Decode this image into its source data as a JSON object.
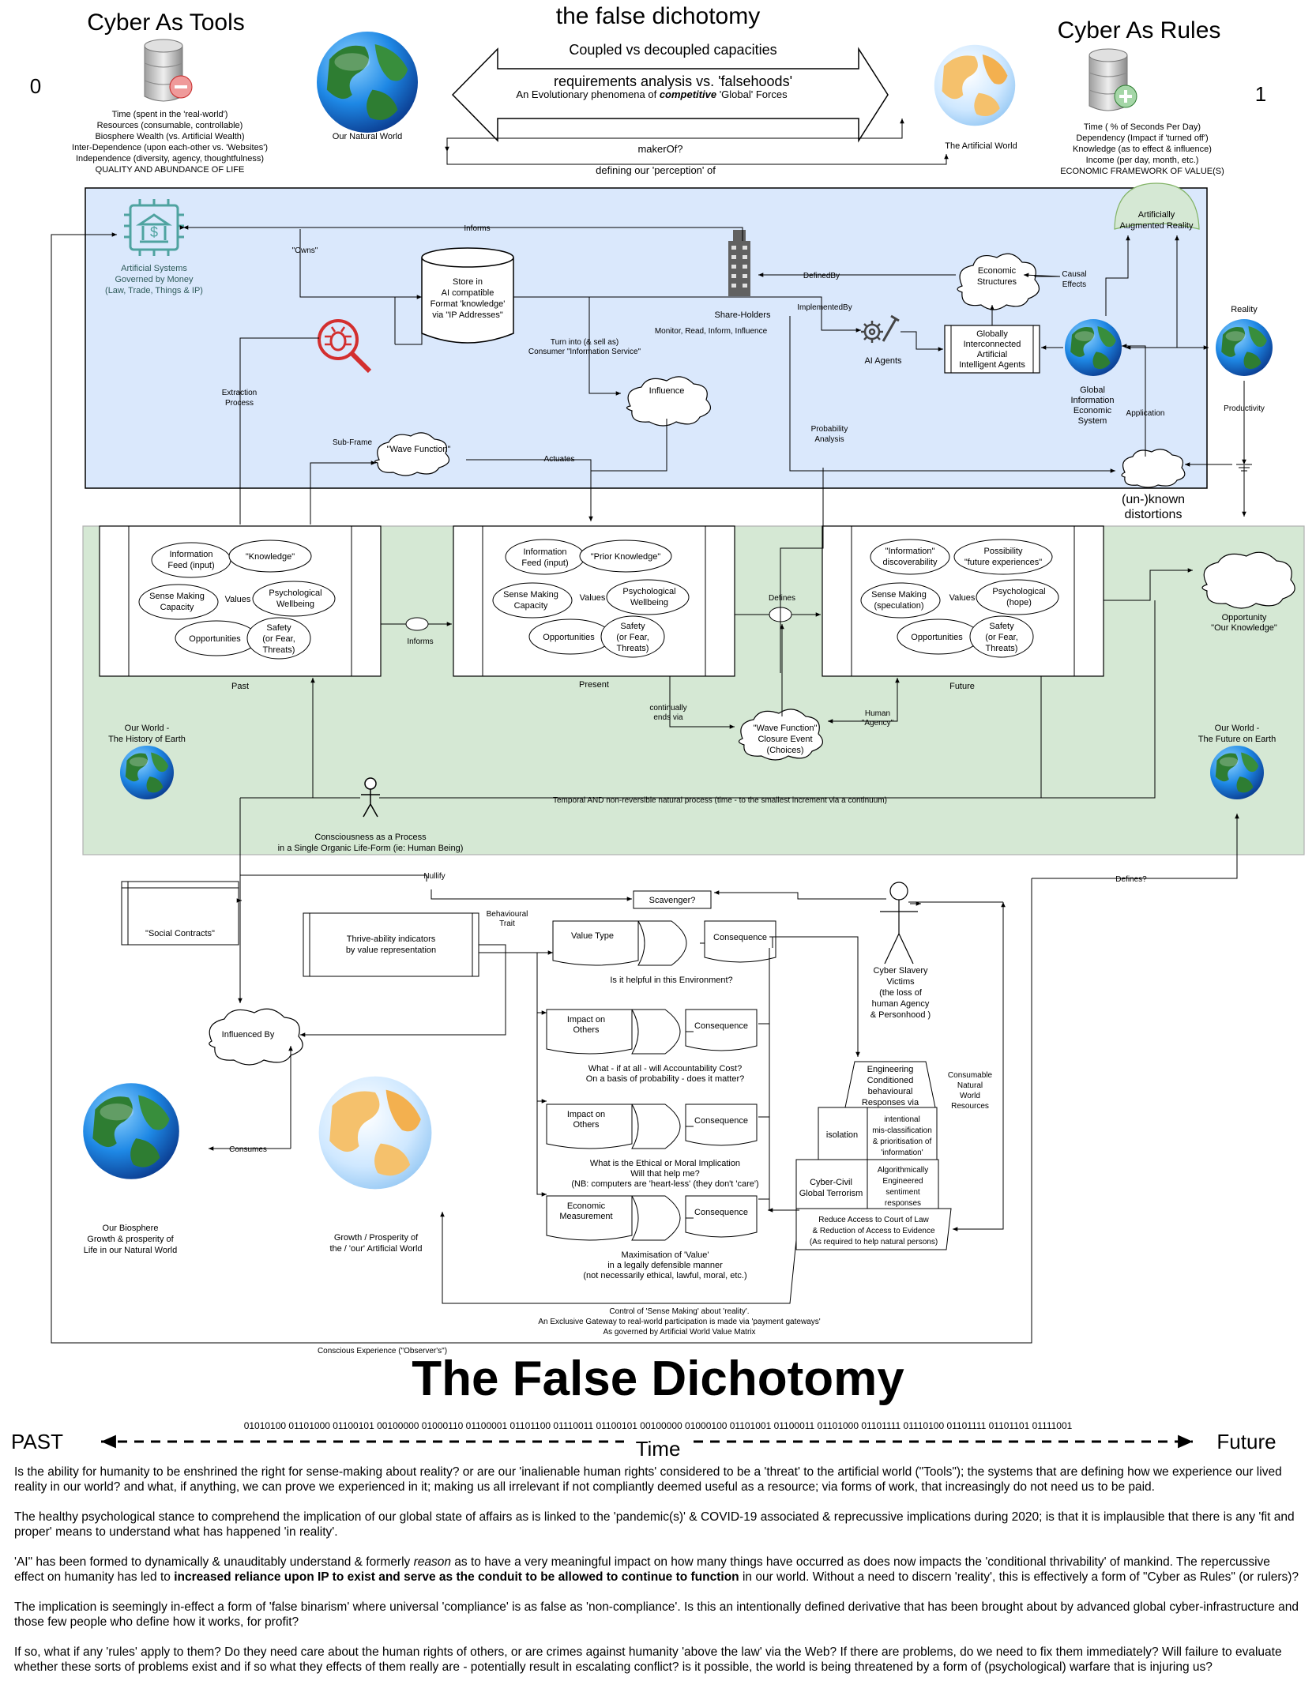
{
  "header": {
    "tools_title": "Cyber As Tools",
    "rules_title": "Cyber As Rules",
    "zero": "0",
    "one": "1",
    "tools_lines": [
      "Time (spent in the 'real-world')",
      "Resources (consumable, controllable)",
      "Biosphere Wealth (vs. Artificial Wealth)",
      "Inter-Dependence (upon each-other vs. 'Websites')",
      "Independence (diversity, agency, thoughtfulness)",
      "QUALITY AND ABUNDANCE OF LIFE"
    ],
    "rules_lines": [
      "Time ( % of Seconds Per Day)",
      "Dependency (Impact if 'turned off')",
      "Knowledge (as to effect & influence)",
      "Income (per day, month, etc.)",
      "ECONOMIC FRAMEWORK OF VALUE(S)"
    ],
    "natural_world": "Our Natural World",
    "artificial_world": "The Artificial World",
    "dichotomy_title": "the false dichotomy",
    "coupled": "Coupled vs decoupled capacities",
    "requirements": "requirements analysis vs. 'falsehoods'",
    "evo_pre": "An Evolutionary phenomena of ",
    "evo_em": "competitive",
    "evo_post": " 'Global' Forces",
    "maker_of": "makerOf?",
    "defining_perception": "defining our 'perception' of"
  },
  "blue": {
    "artificial_systems": [
      "Artificial Systems",
      "Governed by Money",
      "(Law, Trade, Things & IP)"
    ],
    "informs": "Informs",
    "owns": "\"Owns\"",
    "store": [
      "Store in",
      "AI compatible",
      "Format 'knowledge'",
      "via \"IP Addresses\""
    ],
    "shareholders": "Share-Holders",
    "defined_by": "DefinedBy",
    "economic_structures": [
      "Economic",
      "Structures"
    ],
    "causal_effects": [
      "Causal",
      "Effects"
    ],
    "augmented": [
      "Artificially",
      "Augmented Reality"
    ],
    "reality": "Reality",
    "implemented_by": "ImplementedBy",
    "monitor": "Monitor, Read, Inform, Influence",
    "turn_into": [
      "Turn into (& sell as)",
      "Consumer \"Information Service\""
    ],
    "ai_agents": "AI Agents",
    "globally": [
      "Globally",
      "Interconnected",
      "Artificial",
      "Intelligent Agents"
    ],
    "global_info": [
      "Global",
      "Information",
      "Economic",
      "System"
    ],
    "influence": "Influence",
    "extraction": [
      "Extraction",
      "Process"
    ],
    "probability": [
      "Probability",
      "Analysis"
    ],
    "application": "Application",
    "productivity": "Productivity",
    "sub_frame": "Sub-Frame",
    "wave_function": "\"Wave Function\"",
    "actuates": "Actuates",
    "distortions": [
      "(un-)known",
      "distortions"
    ]
  },
  "green": {
    "past_label": "Past",
    "present_label": "Present",
    "future_label": "Future",
    "past": {
      "info": [
        "Information",
        "Feed (input)"
      ],
      "knowledge": "\"Knowledge\"",
      "sense": [
        "Sense Making",
        "Capacity"
      ],
      "values": "Values",
      "psych": [
        "Psychological",
        "Wellbeing"
      ],
      "opps": "Opportunities",
      "safety": [
        "Safety",
        "(or Fear,",
        "Threats)"
      ]
    },
    "present": {
      "info": [
        "Information",
        "Feed (input)"
      ],
      "knowledge": "\"Prior Knowledge\"",
      "sense": [
        "Sense Making",
        "Capacity"
      ],
      "values": "Values",
      "psych": [
        "Psychological",
        "Wellbeing"
      ],
      "opps": "Opportunities",
      "safety": [
        "Safety",
        "(or Fear,",
        "Threats)"
      ]
    },
    "future": {
      "info": [
        "\"Information\"",
        "discoverability"
      ],
      "knowledge": [
        "Possibility",
        "\"future experiences\""
      ],
      "sense": [
        "Sense Making",
        "(speculation)"
      ],
      "values": "Values",
      "psych": [
        "Psychological",
        "(hope)"
      ],
      "opps": "Opportunities",
      "safety": [
        "Safety",
        "(or Fear,",
        "Threats)"
      ]
    },
    "informs": "Informs",
    "defines": "Defines",
    "opportunity": [
      "Opportunity",
      "\"Our Knowledge\""
    ],
    "continually": [
      "continually",
      "ends via"
    ],
    "closure": [
      "\"Wave Function\"",
      "Closure Event",
      "(Choices)"
    ],
    "human_agency": [
      "Human",
      "\"Agency\""
    ],
    "history": [
      "Our World -",
      "The History of Earth"
    ],
    "future_earth": [
      "Our World -",
      "The Future on Earth"
    ],
    "temporal": "Temporal AND non-reversible natural process (time - to the smallest increment via a continuum)",
    "consciousness": [
      "Consciousness as a Process",
      "in a Single Organic Life-Form (ie: Human Being)"
    ]
  },
  "lower": {
    "nullify": "Nullify",
    "scavenger": "Scavenger?",
    "defines_q": "Defines?",
    "social_contracts": "\"Social Contracts\"",
    "thrive": [
      "Thrive-ability indicators",
      "by value representation"
    ],
    "behavioural": [
      "Behavioural",
      "Trait"
    ],
    "influenced_by": "Influenced By",
    "consumes": "Consumes",
    "biosphere": [
      "Our Biosphere",
      "Growth & prosperity of",
      "Life in our Natural World"
    ],
    "growth": [
      "Growth / Prosperity of",
      "the / 'our' Artificial World"
    ],
    "rows": [
      {
        "left": [
          "Value Type"
        ],
        "right": "Consequence",
        "caption": [
          "Is it helpful in this Environment?"
        ]
      },
      {
        "left": [
          "Impact on",
          "Others"
        ],
        "right": "Consequence",
        "caption": [
          "What - if at all - will Accountability Cost?",
          "On a basis of probability - does it matter?"
        ]
      },
      {
        "left": [
          "Impact on",
          "Others"
        ],
        "right": "Consequence",
        "caption": [
          "What is the Ethical  or Moral Implication",
          "Will that help me?",
          "(NB: computers are 'heart-less' (they don't 'care')"
        ]
      },
      {
        "left": [
          "Economic",
          "Measurement"
        ],
        "right": "Consequence",
        "caption": [
          "Maximisation of 'Value'",
          "in a legally defensible manner",
          "(not necessarily ethical, lawful, moral, etc.)"
        ]
      }
    ],
    "victims": [
      "Cyber Slavery",
      "Victims",
      "(the loss of",
      "human Agency",
      "& Personhood )"
    ],
    "engineering": [
      "Engineering",
      "Conditioned",
      "behavioural",
      "Responses via"
    ],
    "isolation": "isolation",
    "intentional": [
      "intentional",
      "mis-classification",
      "& prioritisation of",
      "'information'"
    ],
    "cyber_civil": [
      "Cyber-Civil",
      "Global Terrorism"
    ],
    "algorithmically": [
      "Algorithmically",
      "Engineered",
      "sentiment",
      "responses"
    ],
    "reduce": [
      "Reduce Access to Court of Law",
      "& Reduction of Access to Evidence",
      "(As required to help natural persons)"
    ],
    "consumable": [
      "Consumable",
      "Natural",
      "World",
      "Resources"
    ],
    "control": [
      "Control of 'Sense Making' about 'reality'.",
      "An Exclusive Gateway to real-world participation is made via 'payment gateways'",
      "As governed by Artificial World Value Matrix"
    ],
    "conscious_exp": "Conscious Experience (\"Observer's\")"
  },
  "footer": {
    "big_title": "The False Dichotomy",
    "binary": "01010100 01101000 01100101 00100000 01000110 01100001 01101100 01110011 01100101 00100000 01000100 01101001 01100011 01101000 01101111 01110100 01101111 01101101 01111001",
    "past": "PAST",
    "time": "Time",
    "future": "Future"
  },
  "paragraphs": {
    "p1": "Is the ability for humanity to be enshrined the right for sense-making about reality? or are our 'inalienable human rights' considered to be a 'threat' to the artificial world (\"Tools\"); the systems that are defining how we experience our lived reality in our world? and what, if anything, we can prove we experienced in it; making us all irrelevant if not compliantly deemed useful as a resource; via forms of work, that increasingly do not need us to be paid.",
    "p2": "The healthy psychological stance to comprehend the implication of our global state of affairs as is linked to the 'pandemic(s)' & COVID-19 associated & reprecussive implications during 2020; is that it is implausible that there is any 'fit and proper' means to understand what has happened 'in reality'.",
    "p3a": "'AI\" has been formed to dynamically & unauditably understand & formerly ",
    "p3b": "reason",
    "p3c": " as to have a very meaningful impact on how many things have occurred as does now impacts the 'conditional thrivability' of mankind. The repercussive effect on humanity has led to ",
    "p3d": "increased reliance upon IP to exist and serve as the conduit to be allowed to continue to function",
    "p3e": " in our world.  Without a need to discern 'reality', this is effectively a form of \"Cyber as Rules\" (or rulers)?",
    "p4": "The implication is seemingly in-effect a form of 'false binarism' where universal 'compliance' is as false as 'non-compliance'.  Is this an intentionally defined derivative that has been brought about by advanced global cyber-infrastructure and those few people who define how it works, for profit?",
    "p5": "If so, what if any 'rules' apply to them?  Do they need care about the human rights of others, or are crimes against humanity 'above the law' via the Web? If there are problems, do we need to fix them immediately?  Will failure to evaluate whether these sorts of problems exist and if so what they effects of them really are - potentially result in escalating conflict? is it possible, the world is being threatened by a form of (psychological) warfare that is injuring us?"
  },
  "colors": {
    "blue_panel": "#dae8fc",
    "green_panel": "#d5e8d4",
    "ocean": "#1e88e5",
    "land": "#2e7d32",
    "bug_red": "#d32f2f",
    "line": "#000000"
  }
}
